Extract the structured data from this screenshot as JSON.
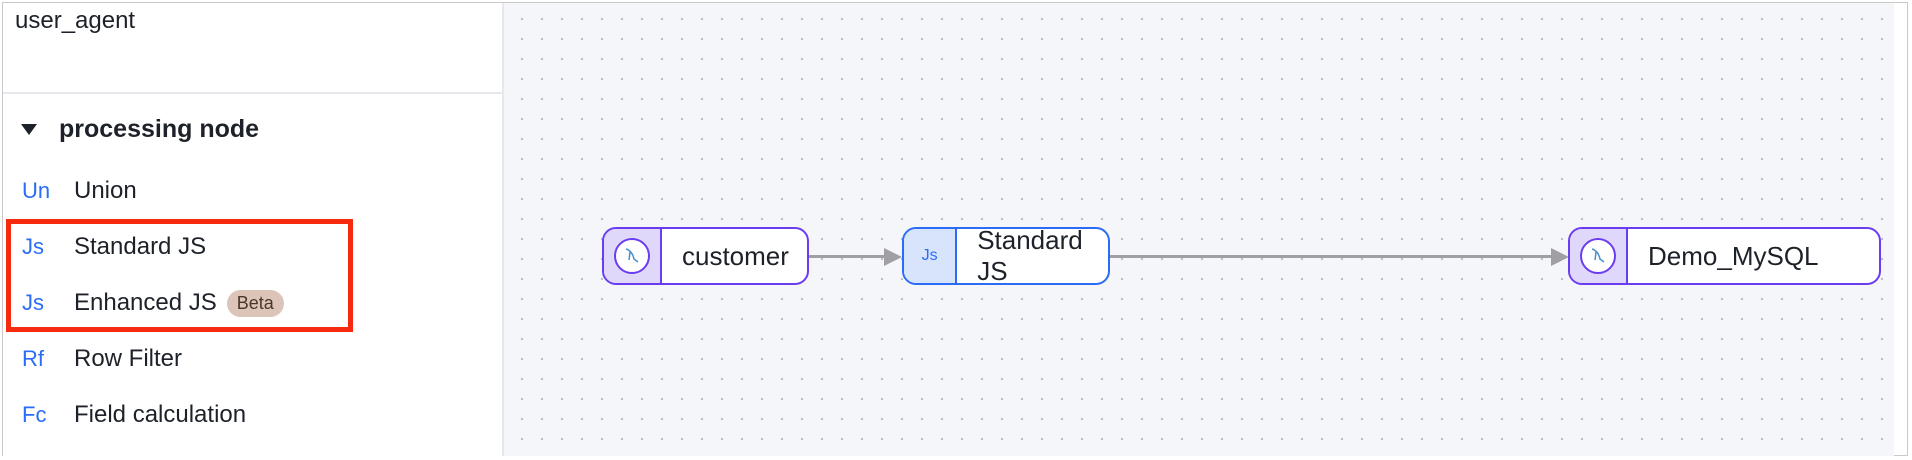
{
  "sidebar": {
    "top_field": "user_agent",
    "group": {
      "label": "processing node",
      "expanded": true
    },
    "items": [
      {
        "abbr": "Un",
        "label": "Union"
      },
      {
        "abbr": "Js",
        "label": "Standard JS"
      },
      {
        "abbr": "Js",
        "label": "Enhanced JS",
        "badge": "Beta"
      },
      {
        "abbr": "Rf",
        "label": "Row Filter"
      },
      {
        "abbr": "Fc",
        "label": "Field calculation"
      }
    ]
  },
  "canvas": {
    "nodes": [
      {
        "label": "customer",
        "icon": "mysql-dolphin-icon"
      },
      {
        "label": "Standard JS",
        "icon_text": "Js"
      },
      {
        "label": "Demo_MySQL",
        "icon": "mysql-dolphin-icon"
      }
    ]
  },
  "colors": {
    "accent": "#2a6cf6",
    "source_node": "#6a3df0",
    "highlight": "#f52a0f"
  }
}
